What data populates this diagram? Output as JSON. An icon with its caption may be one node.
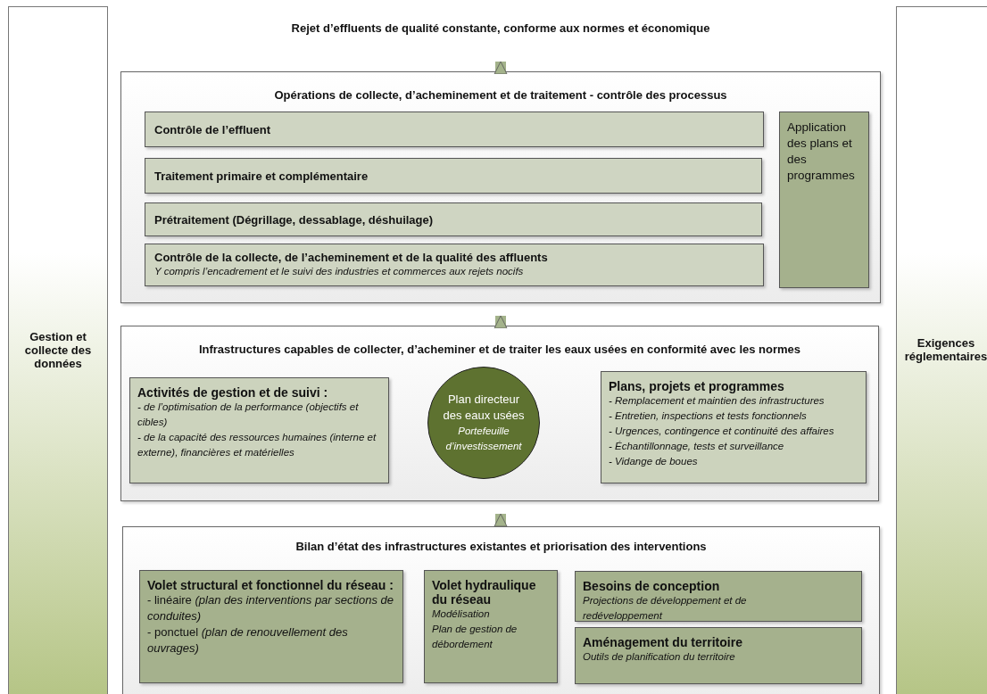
{
  "diagram": {
    "nodes": [
      {
        "text": [
          "Gestion et collecte des données"
        ]
      },
      {
        "text": [
          "Rejet d’effluents de qualité constante, conforme aux normes et économique"
        ]
      },
      {
        "text": [
          "Opérations de collecte, d’acheminement et de traitement - contrôle des processus"
        ]
      },
      {
        "text": [
          "Contrôle de l’effluent"
        ],
        "in": 2
      },
      {
        "text": [
          "Traitement primaire et complémentaire"
        ],
        "in": 2
      },
      {
        "text": [
          "Prétraitement (Dégrillage, dessablage, déshuilage)"
        ],
        "in": 2
      },
      {
        "text": [
          "Contrôle de la collecte, de l’acheminement et de la qualité des affluents",
          "Y compris l’encadrement et le suivi des industries et commerces aux rejets nocifs"
        ],
        "in": 2
      },
      {
        "text": [
          "Application des plans et des programmes"
        ],
        "in": 2
      },
      {
        "text": [
          "Infrastructures capables de collecter, d’acheminer et de traiter les eaux usées en conformité avec les normes"
        ]
      },
      {
        "text": [
          "Activités de gestion et de suivi :",
          "- de l’optimisation de la performance (objectifs et cibles)",
          "- de la capacité des ressources humaines (interne et externe), financières et matérielles"
        ],
        "in": 8
      },
      {
        "text": [
          "Plan directeur des eaux usées",
          "Portefeuille d’investissement"
        ],
        "in": 8
      },
      {
        "text": [
          "Plans, projets et programmes",
          "- Remplacement et maintien des infrastructures",
          "- Entretien, inspections et tests fonctionnels",
          "- Urgences, contingence et continuité des affaires",
          "- Échantillonnage, tests et surveillance",
          "- Vidange de boues"
        ],
        "in": 8
      },
      {
        "text": [
          "Bilan d’état des infrastructures existantes et priorisation des interventions"
        ]
      },
      {
        "text": [
          "Volet structural et fonctionnel du réseau :",
          "- linéaire *(plan des interventions par sections de conduites)*",
          "- ponctuel *(plan de renouvellement des ouvrages)*"
        ],
        "in": 12
      },
      {
        "text": [
          "Volet hydraulique du réseau",
          "Modélisation",
          "Plan de gestion de débordement"
        ],
        "in": 12
      },
      {
        "text": [
          "Besoins de conception",
          "Projections de développement et de redéveloppement"
        ],
        "in": 12
      },
      {
        "text": [
          "Aménagement du territoire",
          "Outils de planification du territoire"
        ],
        "in": 12
      },
      {
        "text": [
          "Exigences réglementaires"
        ]
      }
    ],
    "edges": [
      {
        "from": 2,
        "to": 1,
        "arrow": "to"
      },
      {
        "from": 8,
        "to": 2,
        "arrow": "to"
      },
      {
        "from": 12,
        "to": 8,
        "arrow": "to"
      }
    ]
  }
}
